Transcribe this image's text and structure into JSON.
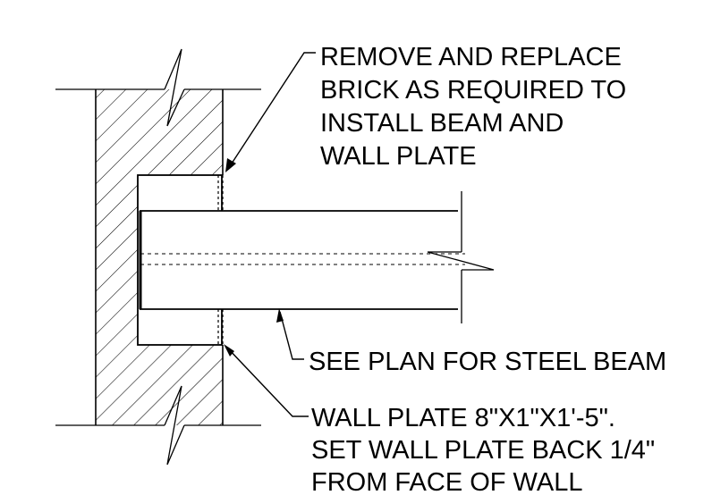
{
  "drawing": {
    "notes": {
      "brick": [
        "REMOVE AND REPLACE",
        "BRICK AS REQUIRED TO",
        "INSTALL BEAM AND",
        "WALL PLATE"
      ],
      "beam": [
        "SEE PLAN FOR STEEL BEAM"
      ],
      "plate": [
        "WALL PLATE 8\"X1\"X1'-5\".",
        "SET WALL PLATE BACK 1/4\"",
        "FROM FACE OF WALL"
      ]
    },
    "colors": {
      "ink": "#000000",
      "background": "#ffffff"
    }
  }
}
